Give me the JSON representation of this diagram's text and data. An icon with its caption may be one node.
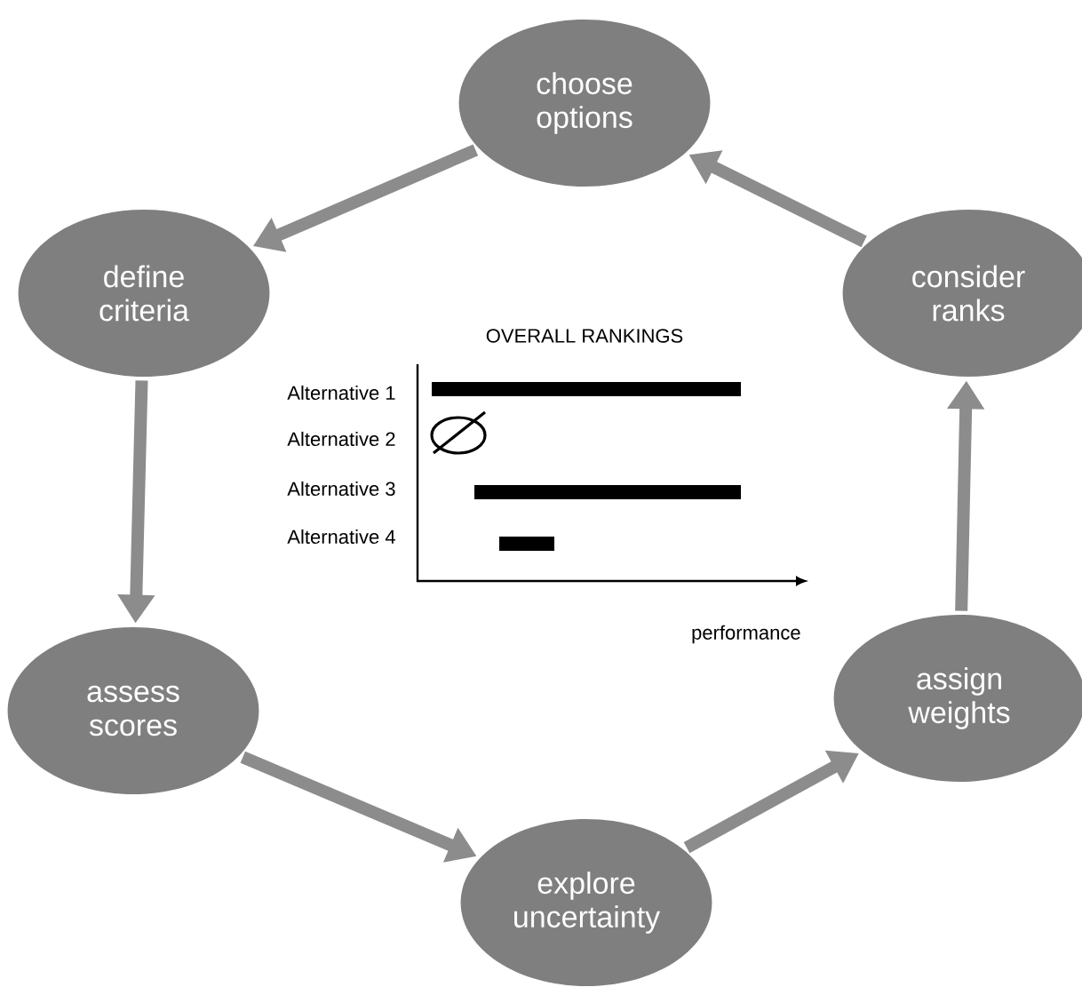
{
  "diagram": {
    "nodes": [
      {
        "text": [
          "choose options"
        ]
      },
      {
        "text": [
          "define criteria"
        ]
      },
      {
        "text": [
          "consider ranks"
        ]
      },
      {
        "text": [
          "assess scores"
        ]
      },
      {
        "text": [
          "assign weights"
        ]
      },
      {
        "text": [
          "explore uncertainty"
        ]
      }
    ],
    "edges": [
      {
        "from": 0,
        "to": 1,
        "arrow": "to"
      },
      {
        "from": 1,
        "to": 3,
        "arrow": "to"
      },
      {
        "from": 3,
        "to": 5,
        "arrow": "to"
      },
      {
        "from": 5,
        "to": 4,
        "arrow": "to"
      },
      {
        "from": 4,
        "to": 2,
        "arrow": "to"
      },
      {
        "from": 2,
        "to": 0,
        "arrow": "to"
      }
    ],
    "labels": [
      "OVERALL RANKINGS",
      "Alternative 1",
      "Alternative 2",
      "Alternative 3",
      "Alternative 4",
      "performance"
    ]
  }
}
